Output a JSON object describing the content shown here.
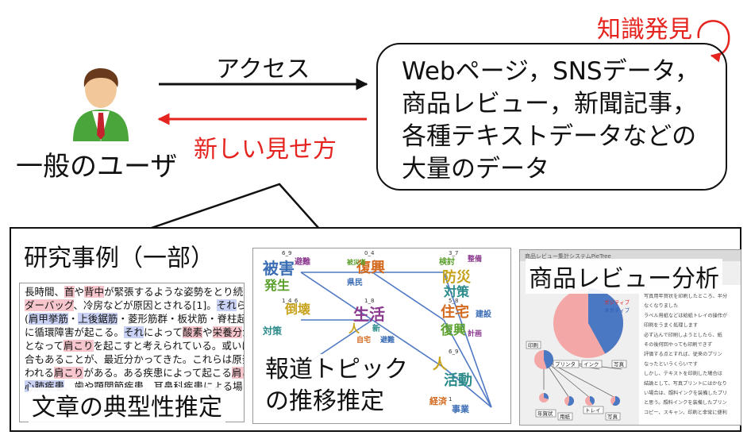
{
  "user": {
    "label": "一般のユーザ"
  },
  "arrows": {
    "access": "アクセス",
    "new_view": "新しい見せ方"
  },
  "data_box": {
    "lines": [
      "Webページ，SNSデータ，",
      "商品レビュー，新聞記事，",
      "各種テキストデータなどの",
      "大量のデータ"
    ]
  },
  "discovery": "知識発見",
  "research": {
    "title": "研究事例（一部）",
    "text_typicality": {
      "caption": "文章の典型性推定",
      "snippet": [
        "長時間、首や背中が緊張するような姿勢をとり続け",
        "ダーバッグ、冷房などが原因とされる[1]。それらが",
        "(肩甲挙筋・上後鋸筋・菱形筋群・板状筋・脊柱起立",
        "に循環障害が起こる。それによって酸素や栄養分が",
        "となって肩こりを起こすと考えられている。或いは、",
        "合もあることが、最近分かってきた。これらは原発性",
        "われる肩こりがある。ある疾患によって起こる肩こり",
        "心肺疾患、歯や顎関節疾患、耳鼻科疾患による場"
      ]
    },
    "topic_transition": {
      "caption_line1": "報道トピック",
      "caption_line2": "の推移推定",
      "cluster_ids": [
        "6_9",
        "0_4",
        "3_7",
        "1_4_6",
        "1_8",
        "5_8",
        "6_9",
        "1"
      ],
      "words": [
        "被害",
        "発生",
        "避難",
        "倒壊",
        "対策",
        "復興",
        "県民",
        "被災者",
        "生活",
        "人",
        "新",
        "自宅",
        "避難",
        "検討",
        "整備",
        "防災",
        "対策",
        "住宅",
        "建設",
        "復興",
        "計画",
        "人",
        "活動",
        "経済",
        "事業"
      ]
    },
    "review_analysis": {
      "caption": "商品レビュー分析",
      "header_text": "商品レビュー集計システムPieTree",
      "legend_positive": "ポジティブ",
      "legend_negative": "ネガティブ",
      "node_labels": [
        "印刷",
        "プリンタ",
        "インク",
        "写真",
        "年賀状",
        "用紙",
        "トレイ",
        "写真"
      ],
      "review_lines": [
        "写真用年賀状を印刷したところ、半分",
        "なくなりました",
        "ラベル用紙などは給紙トレイの操作が",
        "印刷をうまく処理します",
        "必ず込んで印刷しようとしたら、紙",
        "その後何回やっても印刷できず",
        "評価する点とすれば、従来のプリン",
        "なったというくらいです",
        "しかし、テキストを印刷した場合は",
        "結論として、写真プリントにはかなり",
        "い場合は、顔料インクを装備したプリ",
        "と思う。顔料インクを装備したプリン",
        "コピー、スキャン、印刷と非常に便利"
      ]
    }
  },
  "colors": {
    "accent_red": "#e5241f",
    "arrow_black": "#111111",
    "flow_blue": "#4f79c4"
  }
}
